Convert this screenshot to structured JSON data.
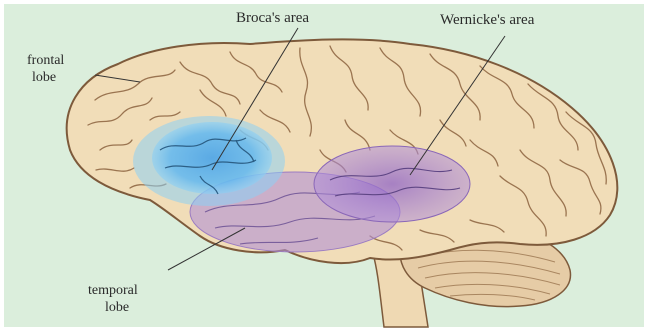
{
  "labels": {
    "broca": "Broca's area",
    "wernicke": "Wernicke's area",
    "frontal_line1": "frontal",
    "frontal_line2": "lobe",
    "temporal_line1": "temporal",
    "temporal_line2": "lobe"
  },
  "colors": {
    "background": "#dbeedc",
    "brain_fill": "#f1ddb8",
    "brain_outline": "#7d5a3b",
    "broca_region": "#5aaee8",
    "wernicke_region": "#9a6fcf",
    "temporal_region": "#b391d4",
    "cerebellum": "#e6cca6",
    "brainstem": "#efd9b3"
  }
}
